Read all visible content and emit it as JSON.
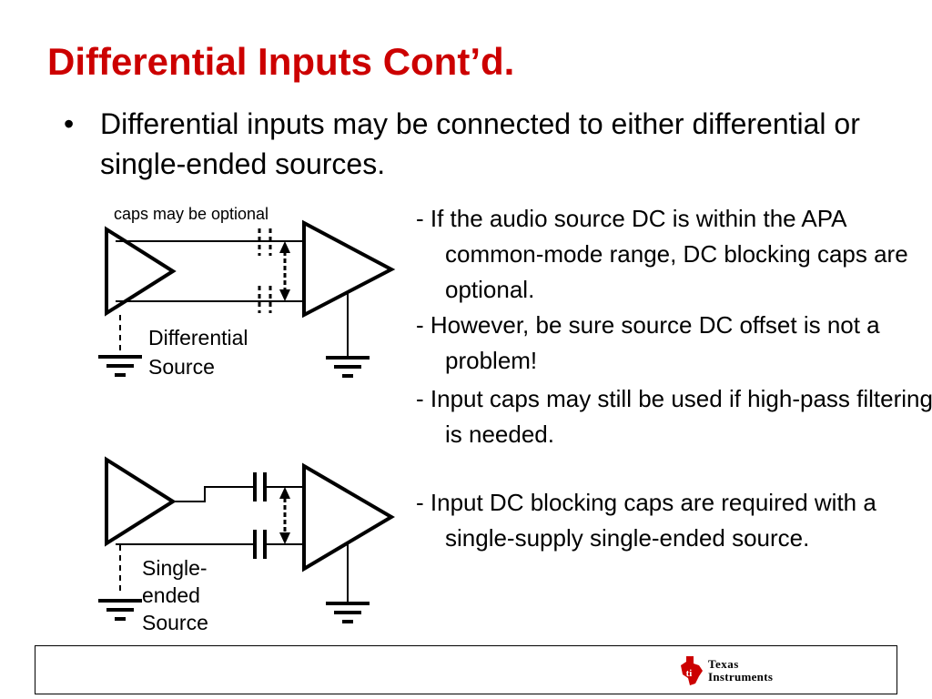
{
  "slide": {
    "title": "Differential Inputs Cont’d.",
    "bullet_marker": "•",
    "bullet_text": "Differential inputs may be connected to either differential or single-ended sources."
  },
  "diagram": {
    "caps_label": "caps may be optional",
    "top_source_label_line1": "Differential",
    "top_source_label_line2": "Source",
    "bottom_source_label_line1": "Single-",
    "bottom_source_label_line2": "ended",
    "bottom_source_label_line3": "Source"
  },
  "notes": [
    "- If the audio source DC is within the APA common-mode range, DC blocking caps are optional.",
    "- However, be sure source DC offset is not a problem!",
    "- Input caps may still be used if high-pass filtering is needed.",
    "- Input DC blocking caps are required with a single-supply single-ended source."
  ],
  "footer": {
    "logo_line1": "Texas",
    "logo_line2": "Instruments"
  },
  "colors": {
    "title": "#cc0000",
    "logo_red": "#cc0000"
  }
}
